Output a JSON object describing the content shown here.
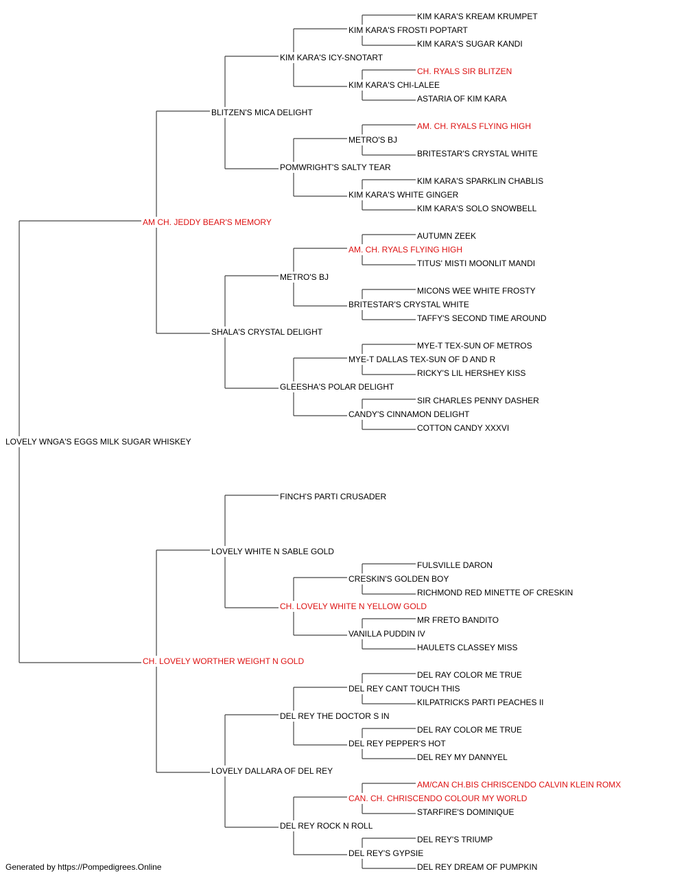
{
  "colors": {
    "line": "#444444",
    "text": "#000000",
    "champion": "#dd1111"
  },
  "pedigree": {
    "name": "LOVELY WNGA'S EGGS MILK SUGAR WHISKEY",
    "champion": false,
    "sire": {
      "name": "AM CH. JEDDY BEAR'S MEMORY",
      "champion": true,
      "sire": {
        "name": "BLITZEN'S MICA DELIGHT",
        "champion": false,
        "sire": {
          "name": "KIM KARA'S ICY-SNOTART",
          "champion": false,
          "sire": {
            "name": "KIM KARA'S FROSTI POPTART",
            "champion": false,
            "sire": {
              "name": "KIM KARA'S KREAM KRUMPET",
              "champion": false
            },
            "dam": {
              "name": "KIM KARA'S SUGAR KANDI",
              "champion": false
            }
          },
          "dam": {
            "name": "KIM KARA'S CHI-LALEE",
            "champion": false,
            "sire": {
              "name": "CH. RYALS SIR BLITZEN",
              "champion": true
            },
            "dam": {
              "name": "ASTARIA OF KIM KARA",
              "champion": false
            }
          }
        },
        "dam": {
          "name": "POMWRIGHT'S SALTY TEAR",
          "champion": false,
          "sire": {
            "name": "METRO'S BJ",
            "champion": false,
            "sire": {
              "name": "AM. CH. RYALS FLYING HIGH",
              "champion": true
            },
            "dam": {
              "name": "BRITESTAR'S CRYSTAL WHITE",
              "champion": false
            }
          },
          "dam": {
            "name": "KIM KARA'S WHITE GINGER",
            "champion": false,
            "sire": {
              "name": "KIM KARA'S SPARKLIN CHABLIS",
              "champion": false
            },
            "dam": {
              "name": "KIM KARA'S SOLO SNOWBELL",
              "champion": false
            }
          }
        }
      },
      "dam": {
        "name": "SHALA'S CRYSTAL DELIGHT",
        "champion": false,
        "sire": {
          "name": "METRO'S BJ",
          "champion": false,
          "sire": {
            "name": "AM. CH. RYALS FLYING HIGH",
            "champion": true,
            "sire": {
              "name": "AUTUMN ZEEK",
              "champion": false
            },
            "dam": {
              "name": "TITUS' MISTI MOONLIT MANDI",
              "champion": false
            }
          },
          "dam": {
            "name": "BRITESTAR'S CRYSTAL WHITE",
            "champion": false,
            "sire": {
              "name": "MICONS WEE WHITE FROSTY",
              "champion": false
            },
            "dam": {
              "name": "TAFFY'S SECOND TIME AROUND",
              "champion": false
            }
          }
        },
        "dam": {
          "name": "GLEESHA'S POLAR DELIGHT",
          "champion": false,
          "sire": {
            "name": "MYE-T DALLAS TEX-SUN OF D AND R",
            "champion": false,
            "sire": {
              "name": "MYE-T TEX-SUN OF METROS",
              "champion": false
            },
            "dam": {
              "name": "RICKY'S LIL HERSHEY KISS",
              "champion": false
            }
          },
          "dam": {
            "name": "CANDY'S CINNAMON DELIGHT",
            "champion": false,
            "sire": {
              "name": "SIR CHARLES PENNY DASHER",
              "champion": false
            },
            "dam": {
              "name": "COTTON CANDY XXXVI",
              "champion": false
            }
          }
        }
      }
    },
    "dam": {
      "name": "CH. LOVELY WORTHER WEIGHT N GOLD",
      "champion": true,
      "sire": {
        "name": "LOVELY WHITE N SABLE GOLD",
        "champion": false,
        "sire": {
          "name": "FINCH'S PARTI CRUSADER",
          "champion": false
        },
        "dam": {
          "name": "CH. LOVELY WHITE N YELLOW GOLD",
          "champion": true,
          "sire": {
            "name": "CRESKIN'S GOLDEN BOY",
            "champion": false,
            "sire": {
              "name": "FULSVILLE DARON",
              "champion": false
            },
            "dam": {
              "name": "RICHMOND RED MINETTE OF CRESKIN",
              "champion": false
            }
          },
          "dam": {
            "name": "VANILLA PUDDIN IV",
            "champion": false,
            "sire": {
              "name": "MR FRETO BANDITO",
              "champion": false
            },
            "dam": {
              "name": "HAULETS CLASSEY MISS",
              "champion": false
            }
          }
        }
      },
      "dam": {
        "name": "LOVELY DALLARA OF DEL REY",
        "champion": false,
        "sire": {
          "name": "DEL REY THE DOCTOR S IN",
          "champion": false,
          "sire": {
            "name": "DEL REY CANT TOUCH THIS",
            "champion": false,
            "sire": {
              "name": "DEL RAY COLOR ME TRUE",
              "champion": false
            },
            "dam": {
              "name": "KILPATRICKS PARTI PEACHES II",
              "champion": false
            }
          },
          "dam": {
            "name": "DEL REY PEPPER'S HOT",
            "champion": false,
            "sire": {
              "name": "DEL RAY COLOR ME TRUE",
              "champion": false
            },
            "dam": {
              "name": "DEL REY MY DANNYEL",
              "champion": false
            }
          }
        },
        "dam": {
          "name": "DEL REY ROCK N ROLL",
          "champion": false,
          "sire": {
            "name": "CAN. CH. CHRISCENDO COLOUR MY WORLD",
            "champion": true,
            "sire": {
              "name": "AM/CAN CH.BIS CHRISCENDO CALVIN KLEIN ROMX",
              "champion": true
            },
            "dam": {
              "name": "STARFIRE'S DOMINIQUE",
              "champion": false
            }
          },
          "dam": {
            "name": "DEL REY'S GYPSIE",
            "champion": false,
            "sire": {
              "name": "DEL REY'S TRIUMP",
              "champion": false
            },
            "dam": {
              "name": "DEL REY DREAM OF PUMPKIN",
              "champion": false
            }
          }
        }
      }
    }
  },
  "footer": {
    "text": "Generated by https://Pompedigrees.Online"
  }
}
